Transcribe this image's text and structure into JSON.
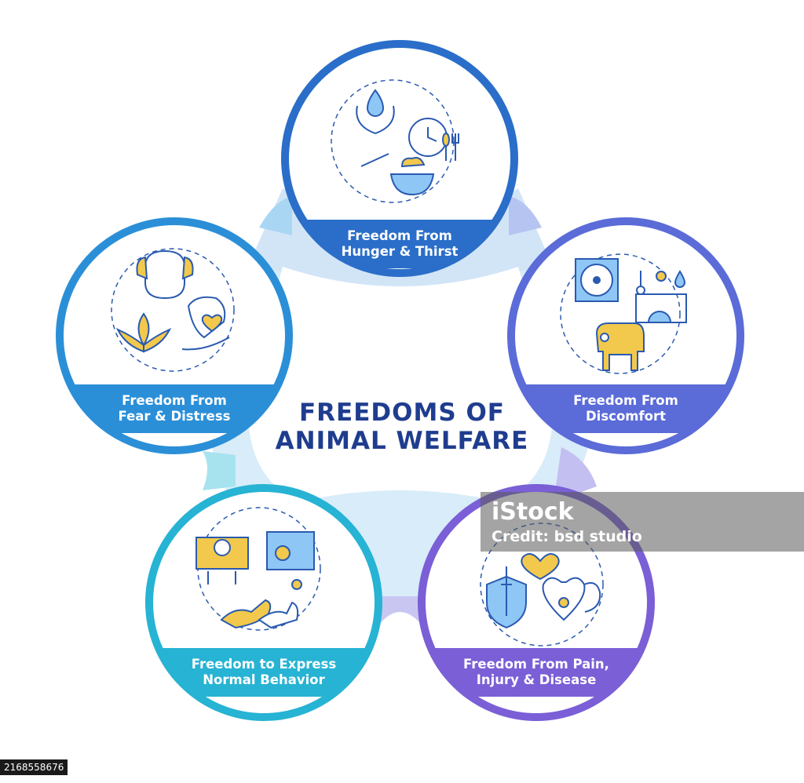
{
  "title": {
    "line1": "FREEDOMS OF",
    "line2": "ANIMAL WELFARE"
  },
  "freedoms": [
    {
      "lines": [
        "Freedom From",
        "Hunger & Thirst"
      ],
      "color": "#2a6ec9",
      "icons": [
        "hands-water-drop-icon",
        "clock-icon",
        "spoon-fork-icon",
        "food-bowl-icon"
      ]
    },
    {
      "lines": [
        "Freedom From",
        "Discomfort"
      ],
      "color": "#5b6bd8",
      "icons": [
        "fan-icon",
        "thermometer-icon",
        "sun-icon",
        "water-drop-icon",
        "control-panel-icon",
        "pig-icon"
      ]
    },
    {
      "lines": [
        "Freedom From Pain,",
        "Injury & Disease"
      ],
      "color": "#7a5fd6",
      "icons": [
        "heart-icon",
        "vaccine-shield-icon",
        "paw-heart-stethoscope-icon"
      ]
    },
    {
      "lines": [
        "Freedom to Express",
        "Normal Behavior"
      ],
      "color": "#27b3d3",
      "icons": [
        "cow-stall-icon",
        "cow-pasture-icon",
        "dogs-playing-icon"
      ]
    },
    {
      "lines": [
        "Freedom From",
        "Fear & Distress"
      ],
      "color": "#2b8fd8",
      "icons": [
        "dog-face-icon",
        "lotus-icon",
        "cow-heart-hand-icon"
      ]
    }
  ],
  "watermark": {
    "logo": "iStock",
    "credit": "Credit: bsd studio"
  },
  "image_id": "2168558676",
  "colors": {
    "title": "#1f3d8f",
    "icon_fill": "#f2c94c",
    "icon_stroke": "#2a5ab0"
  }
}
